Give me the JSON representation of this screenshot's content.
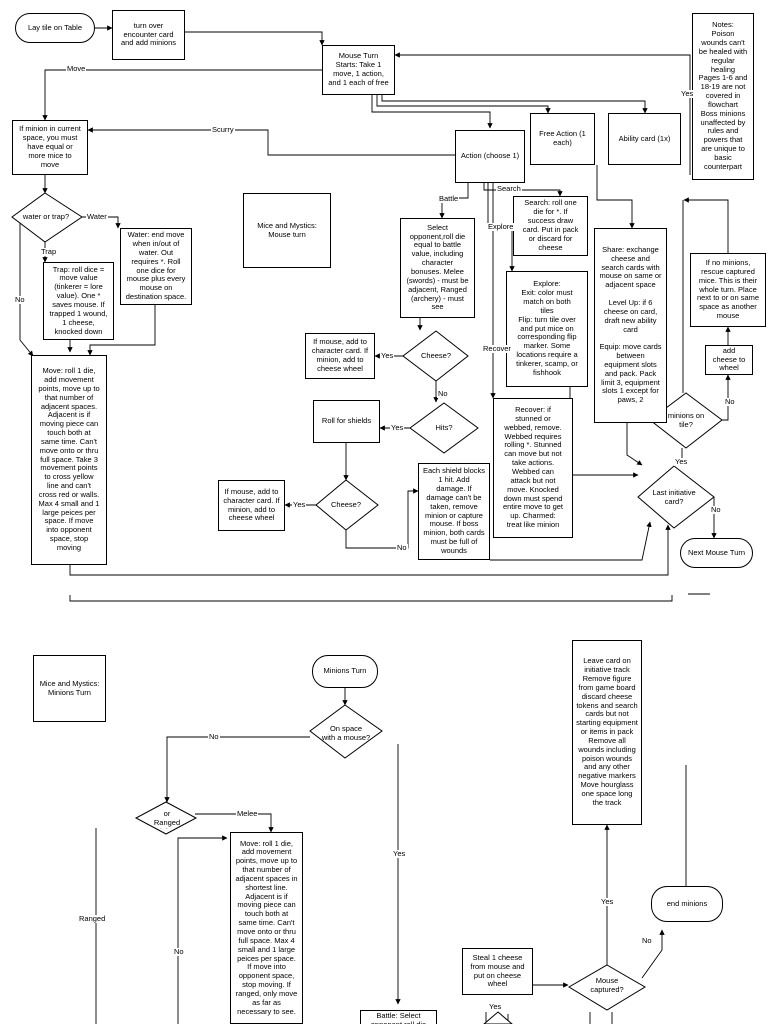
{
  "nodes": {
    "lay_tile": "Lay tile on Table",
    "turn_over": "turn over\nencounter card\nand add minions",
    "mouse_turn": "Mouse Turn\nStarts: Take 1\nmove, 1 action,\nand 1 each of free",
    "notes": "Notes:\nPoison\nwounds can't\nbe healed with\nregular\nhealing\nPages 1-6 and\n18-19 are not\ncovered in\nflowchart\nBoss minions\nunaffected by\nrules and\npowers that\nare unique to\nbasic\ncounterpart",
    "if_minion": "If minion in current\nspace, you must\nhave equal or\nmore mice to\nmove",
    "action": "Action (choose 1)",
    "free_action": "Free Action (1\neach)",
    "ability": "Ability card (1x)",
    "water_trap": "water or trap?",
    "water": "Water: end move\nwhen in/out of\nwater.  Out\nrequires *.  Roll\none dice for\nmouse plus every\nmouse on\ndestination space.",
    "trap": "Trap: roll dice =\nmove value\n(tinkerer = lore\nvalue).  One *\nsaves mouse.  If\ntrapped 1 wound,\n1 cheese,\nknocked down",
    "title_mouse": "Mice and Mystics:\nMouse turn",
    "select_opp": "Select\nopponent,roll die\nequal to battle\nvalue, including\ncharacter\nbonuses.  Melee\n(swords) - must be\nadjacent, Ranged\n(archery) - must\nsee",
    "search": "Search: roll one\ndie for *.  If\nsuccess draw\ncard.  Put in pack\nor discard for\ncheese",
    "explore": "Explore:\nExit: color must\nmatch on both\ntiles\nFlip: turn tile over\nand put mice on\ncorresponding flip\nmarker.  Some\nlocations require a\ntinkerer, scamp, or\nfishhook",
    "share": "Share: exchange\ncheese and\nsearch cards with\nmouse on same or\nadjacent space\n\nLevel Up: if 6\ncheese on card,\ndraft new ability\ncard\n\nEquip: move cards\nbetween\nequipment slots\nand pack.  Pack\nlimit 3, equipment\nslots 1 except for\npaws, 2",
    "no_minions": "If no minions,\nrescue captured\nmice.  This is their\nwhole turn.  Place\nnext to or on same\nspace as another\nmouse",
    "add_cheese": "add\ncheese to\nwheel",
    "minions_on_tile": "minions on\ntile?",
    "move": "Move: roll 1 die,\nadd movement\npoints, move up to\nthat number of\nadjacent spaces.\nAdjacent is if\nmoving piece can\ntouch both at\nsame time.  Can't\nmove onto or thru\nfull space. Take 3\nmovement points\nto cross yellow\nline and can't\ncross red or walls.\nMax 4 small and 1\nlarge peices per\nspace.  If move\ninto opponent\nspace, stop\nmoving",
    "if_mouse_cheese1": "If mouse, add to\ncharacter card.  If\nminion, add to\ncheese wheel",
    "cheese1": "Cheese?",
    "hits": "Hits?",
    "roll_shields": "Roll for shields",
    "cheese2": "Cheese?",
    "if_mouse_cheese2": "If mouse, add to\ncharacter card.  If\nminion, add to\ncheese wheel",
    "shield_blocks": "Each shield blocks\n1 hit.  Add\ndamage.  If\ndamage can't be\ntaken, remove\nminion or capture\nmouse.  If boss\nminion, both cards\nmust be full of\nwounds",
    "recover": "Recover: if\nstunned or\nwebbed, remove.\nWebbed requires\nrolling *.  Stunned\ncan move but not\ntake actions.\nWebbed can\nattack but not\nmove.  Knocked\ndown must spend\nentire move to get\nup.  Charmed:\ntreat like minion",
    "last_initiative": "Last initiative\ncard?",
    "next_mouse": "Next Mouse Turn",
    "title_minions": "Mice and Mystics:\nMinions Turn",
    "minions_turn": "Minions Turn",
    "on_space": "On space\nwith a mouse?",
    "leave_card": "Leave card on\ninitiative track\nRemove figure\nfrom game board\ndiscard cheese\ntokens and search\ncards but not\nstarting equipment\nor items in pack\nRemove all\nwounds including\npoison wounds\nand any other\nnegative markers\nMove hourglass\none space long\nthe track",
    "melee_ranged": "Melee Minion or\nRanged Minion?",
    "minion_move": "Move: roll 1 die,\nadd movement\npoints, move up to\nthat number of\nadjacent spaces in\nshortest line.\nAdjacent is if\nmoving piece can\ntouch both at\nsame time.  Can't\nmove onto or thru\nfull space.  Max 4\nsmall and 1 large\npeices per space.\nIf move into\nopponent space,\nstop moving.  If\nranged, only move\nas far as\nnecessary to see.",
    "end_minions": "end minions",
    "steal": "Steal 1 cheese\nfrom mouse and\nput on cheese\nwheel",
    "captured": "Mouse\ncaptured?",
    "battle": "Battle: Select\nopponent,roll die\nequal to battle"
  },
  "edge_labels": {
    "move": "Move",
    "scurry": "Scurry",
    "battle": "Battle",
    "search": "Search",
    "explore": "Explore",
    "recover": "Recover",
    "water": "Water",
    "trap": "Trap",
    "no_wt": "No",
    "yes_c1": "Yes",
    "no_c1": "No",
    "yes_hits": "Yes",
    "yes_c2": "Yes",
    "no_c2": "No",
    "yes_notes": "Yes",
    "yes_mot": "Yes",
    "no_mot": "No",
    "no_last": "No",
    "no_onspace": "No",
    "yes_onspace": "Yes",
    "melee": "Melee",
    "ranged": "Ranged",
    "no_bottom": "No",
    "yes_leave": "Yes",
    "no_capt": "No",
    "yes_steal": "Yes"
  }
}
